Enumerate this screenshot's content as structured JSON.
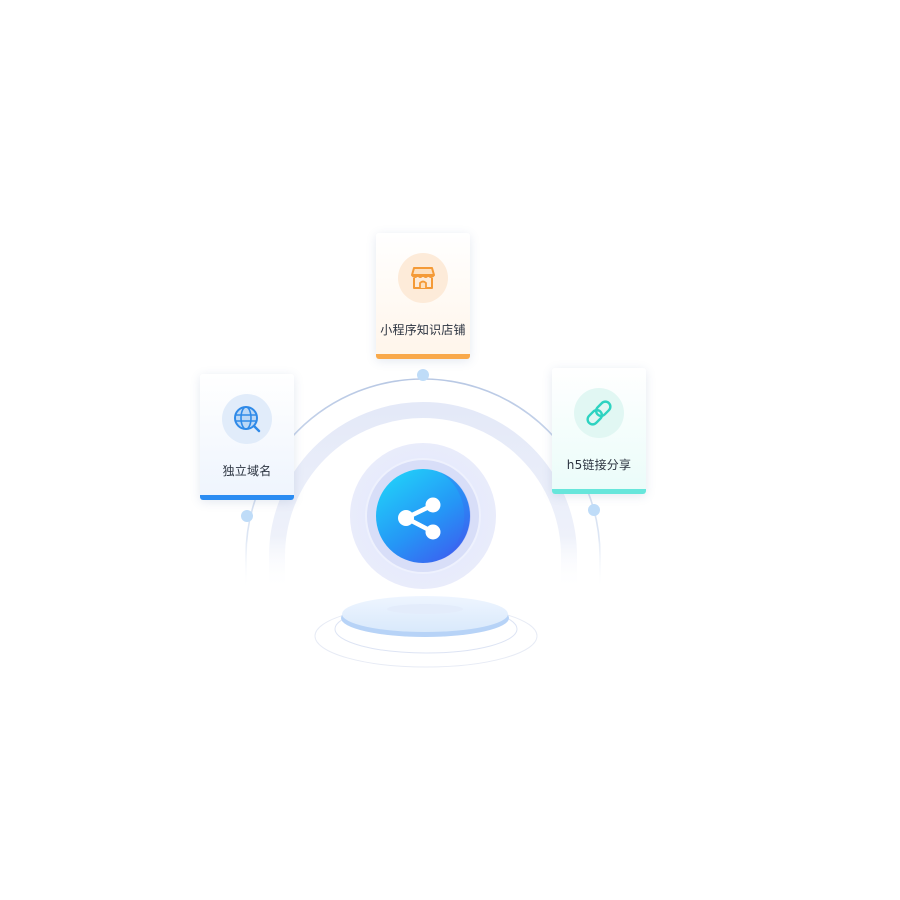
{
  "features": [
    {
      "label": "独立域名",
      "icon": "globe-search-icon",
      "accent": "#2B8CF2"
    },
    {
      "label": "小程序知识店铺",
      "icon": "store-icon",
      "accent": "#F9A94A"
    },
    {
      "label": "h5链接分享",
      "icon": "link-icon",
      "accent": "#5ADFD2"
    }
  ],
  "center": {
    "icon": "share-icon",
    "accent": "#2A7BF5"
  }
}
